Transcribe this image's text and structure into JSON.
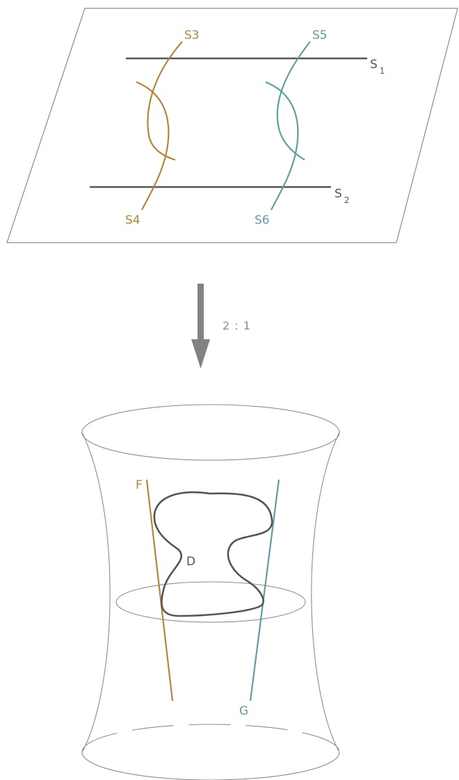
{
  "colors": {
    "outline": "#8c8c8c",
    "dark_line": "#555555",
    "orange": "#b5853a",
    "teal": "#5e9ea0",
    "arrow": "#828282"
  },
  "plane": {
    "line_s1": {
      "letter": "S",
      "index": "1"
    },
    "line_s2": {
      "letter": "S",
      "index": "2"
    },
    "curve_s3": "S3",
    "curve_s4": "S4",
    "curve_s5": "S5",
    "curve_s6": "S6"
  },
  "map_arrow": {
    "label": "2 : 1"
  },
  "surface": {
    "line_f": "F",
    "line_g": "G",
    "curve_d": "D"
  }
}
